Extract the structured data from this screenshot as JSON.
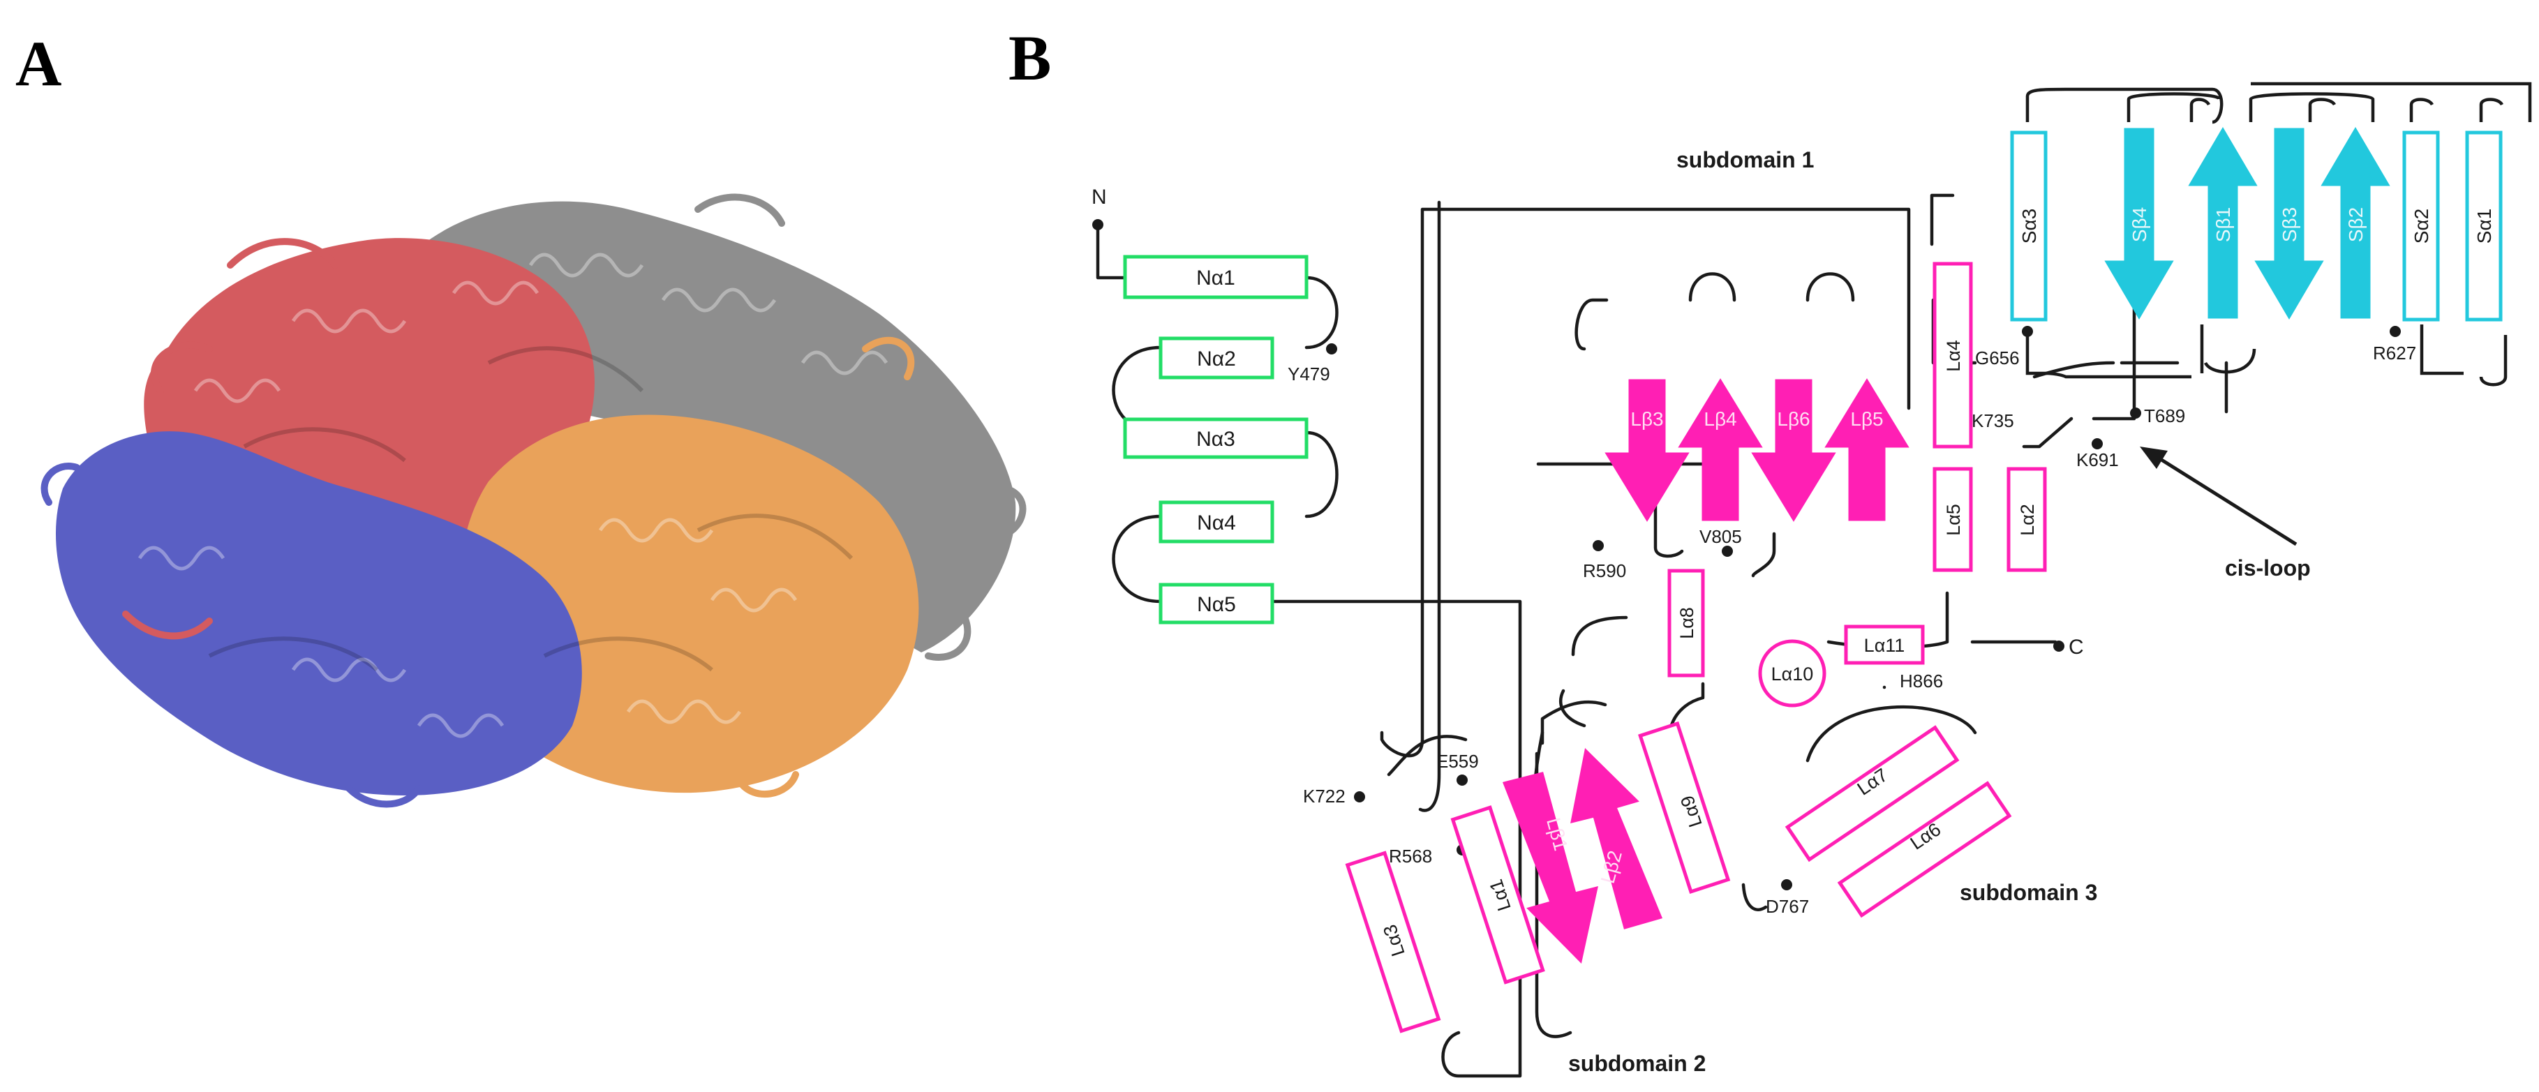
{
  "panels": {
    "a": "A",
    "b": "B"
  },
  "colors": {
    "chain_red": "#d45b5f",
    "chain_gray": "#8e8e8e",
    "chain_blue": "#5a5fc4",
    "chain_orange": "#e9a25a",
    "n_domain": "#22dd66",
    "core": "#ff1fb4",
    "s_domain": "#22c8dd",
    "line": "#1a1a1a"
  },
  "subdomains": {
    "s1": "subdomain 1",
    "s2": "subdomain 2",
    "s3": "subdomain 3"
  },
  "termini": {
    "n": "N",
    "c": "C"
  },
  "cis_loop": "cis-loop",
  "helices_n": [
    "Nα1",
    "Nα2",
    "Nα3",
    "Nα4",
    "Nα5"
  ],
  "helices_s": [
    "Sα3",
    "Sα2",
    "Sα1"
  ],
  "strands_s": [
    "Sβ4",
    "Sβ1",
    "Sβ3",
    "Sβ2"
  ],
  "strands_l": [
    "Lβ3",
    "Lβ4",
    "Lβ6",
    "Lβ5",
    "Lβ1",
    "Lβ2"
  ],
  "helices_l": {
    "a1": "Lα1",
    "a2": "Lα2",
    "a3": "Lα3",
    "a4": "Lα4",
    "a5": "Lα5",
    "a6": "Lα6",
    "a7": "Lα7",
    "a8": "Lα8",
    "a9": "Lα9",
    "a10": "Lα10",
    "a11": "Lα11"
  },
  "residues": {
    "y479": "Y479",
    "g656": "G656",
    "r627": "R627",
    "t689": "T689",
    "k691": "K691",
    "k735": "K735",
    "v805": "V805",
    "r590": "R590",
    "h866": "H866",
    "e559": "E559",
    "k722": "K722",
    "r568": "R568",
    "d767": "D767"
  }
}
